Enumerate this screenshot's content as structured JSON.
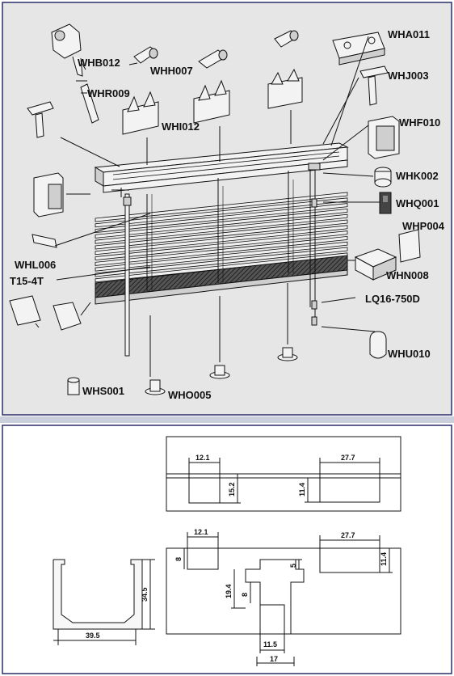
{
  "parts": {
    "WHA011": "WHA011",
    "WHB012": "WHB012",
    "WHH007": "WHH007",
    "WHR009": "WHR009",
    "WHI012": "WHI012",
    "WHJ003": "WHJ003",
    "WHF010": "WHF010",
    "WHK002": "WHK002",
    "WHQ001": "WHQ001",
    "WHP004": "WHP004",
    "WHL006": "WHL006",
    "T15_4T": "T15-4T",
    "WHN008": "WHN008",
    "LQ16_750D": "LQ16-750D",
    "WHU010": "WHU010",
    "WHS001": "WHS001",
    "WHO005": "WHO005"
  },
  "dimensions": {
    "top_left_width": "12.1",
    "top_right_width": "27.7",
    "top_left_height": "15.2",
    "top_right_height": "11.4",
    "bot_left_width": "12.1",
    "bot_right_width": "27.7",
    "bot_left_height": "8",
    "bot_right_height": "11.4",
    "bot_center_notch": "5",
    "bot_center_height": "19.4",
    "bot_center_inner": "8",
    "bot_center_inner_width": "11.5",
    "bot_center_width": "17",
    "profile_height": "34.5",
    "profile_width": "39.5"
  },
  "colors": {
    "top_panel": "#e6e6e6",
    "border": "#2a2f6a",
    "bottom_panel": "#ffffff",
    "hatch": "#333333"
  }
}
